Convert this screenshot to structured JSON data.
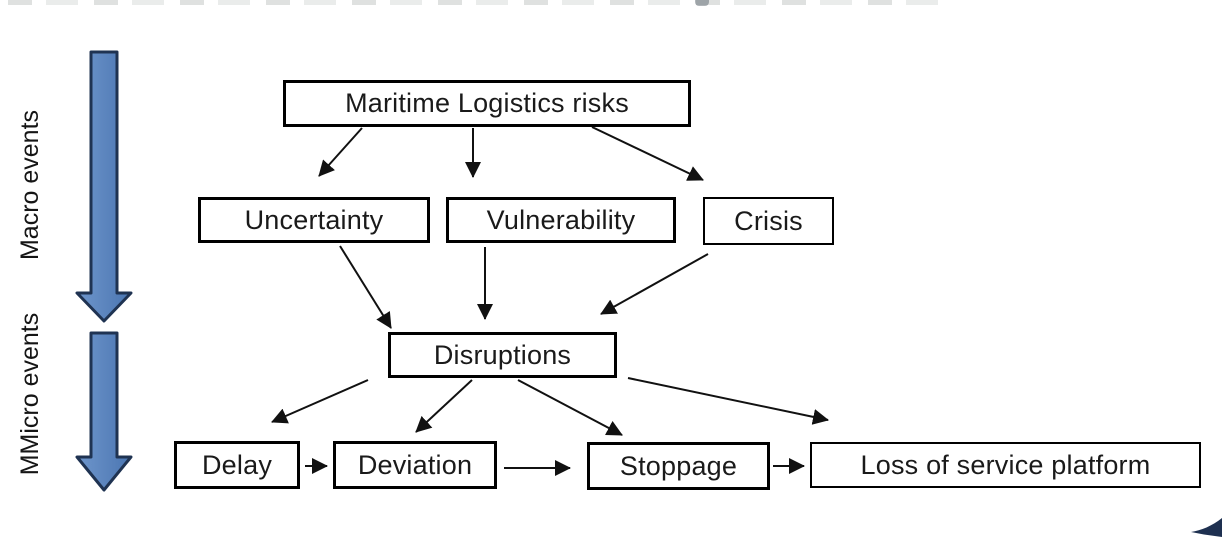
{
  "diagram": {
    "level_labels": {
      "macro": "Macro events",
      "micro": "MMicro events"
    },
    "nodes": {
      "maritime": "Maritime Logistics risks",
      "uncertainty": "Uncertainty",
      "vulnerability": "Vulnerability",
      "crisis": "Crisis",
      "disruptions": "Disruptions",
      "delay": "Delay",
      "deviation": "Deviation",
      "stoppage": "Stoppage",
      "loss": "Loss of service platform"
    },
    "edges": [
      {
        "from": "maritime",
        "to": "uncertainty"
      },
      {
        "from": "maritime",
        "to": "vulnerability"
      },
      {
        "from": "maritime",
        "to": "crisis"
      },
      {
        "from": "uncertainty",
        "to": "disruptions"
      },
      {
        "from": "vulnerability",
        "to": "disruptions"
      },
      {
        "from": "crisis",
        "to": "disruptions"
      },
      {
        "from": "disruptions",
        "to": "delay"
      },
      {
        "from": "disruptions",
        "to": "deviation"
      },
      {
        "from": "disruptions",
        "to": "stoppage"
      },
      {
        "from": "disruptions",
        "to": "loss"
      },
      {
        "from": "delay",
        "to": "deviation"
      },
      {
        "from": "deviation",
        "to": "stoppage"
      },
      {
        "from": "stoppage",
        "to": "loss"
      }
    ],
    "colors": {
      "level_arrow_fill": "#5b84bd",
      "level_arrow_border": "#1f3352",
      "box_border": "#000000",
      "text": "#1a1a1a",
      "connector": "#111111",
      "corner_swoosh": "#1e3050",
      "background": "#ffffff"
    }
  }
}
